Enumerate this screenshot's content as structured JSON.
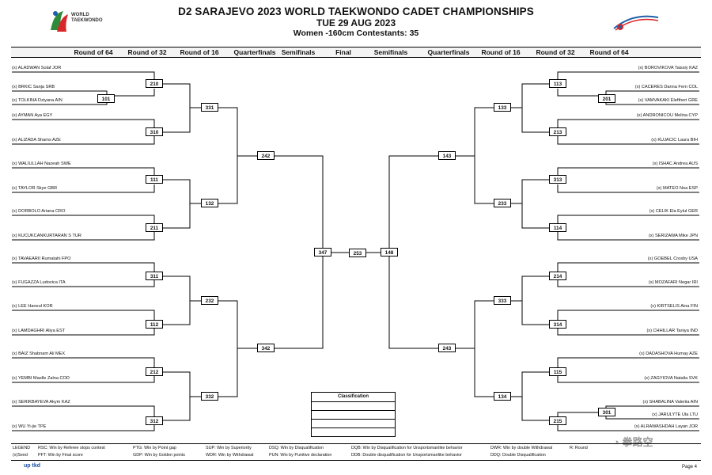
{
  "header": {
    "title": "D2 SARAJEVO 2023 WORLD TAEKWONDO CADET CHAMPIONSHIPS",
    "date": "TUE 29 AUG 2023",
    "category": "Women -160cm  Contestants: 35"
  },
  "logos": {
    "left_text1": "WORLD",
    "left_text2": "TAEKWONDO"
  },
  "rounds": [
    "Round of 64",
    "Round of 32",
    "Round of 16",
    "Quarterfinals",
    "Semifinals",
    "Final",
    "Semifinals",
    "Quarterfinals",
    "Round of 16",
    "Round of 32",
    "Round of 64"
  ],
  "left_players": [
    "(x) ALADWAN Solaf JOR",
    "(x) BRKIC Sanja SRB",
    "(x) TOLKINA Dziyana AIN",
    "(x) AYMAN Aya EGY",
    "(x) ALIZADA Shams AZE",
    "(x) WALIULLAH Nazeah SWE",
    "(x) TAYLOR Skye GBR",
    "(x) DORBOLO Ariana CRO",
    "(x) KUCUKCANKURTARAN S TUR",
    "(x) TAVAEARII Rumatahi FPO",
    "(x) FUGAZZA Ludovica ITA",
    "(x) LEE Haneul KOR",
    "(x) LAMDAGHRI Aliya EST",
    "(x) BAIZ Shabnam Ali MEX",
    "(x) YEMBI Maelle Zalna COD",
    "(x) SERIKBAYEVA Akym KAZ",
    "(x) WU Yi-jie TPE"
  ],
  "right_players": [
    "(x) BOROVIKOVA Taissiy KAZ",
    "(x) CACERES Danna Fern COL",
    "(x) VAMVAKAKI Eleftheri GRE",
    "(x) ANDRONICOU Melina CYP",
    "(x) KUJACIC Laura BIH",
    "(x) ISHAC Andrea AUS",
    "(x) MATEO Noa ESP",
    "(x) CELIK Ela Eylul GER",
    "(x) SERIZAWA Mike JPN",
    "(x) GOEBEL Crosby USA",
    "(x) MOZAFARI Negar IRI",
    "(x) KIRTSELIS Aina FIN",
    "(x) CHHILLAR Taniya IND",
    "(x) DADASHOVA Humay AZE",
    "(x) ZAGYIOVA Natalia SVK",
    "(x) SHABALINA Valeriia AIN",
    "(x) JARULYTE Ula LTU",
    "(x) ALRAWASHDAH Layan JOR"
  ],
  "matches": {
    "m101": "101",
    "m210": "210",
    "m310": "310",
    "m111": "111",
    "m211": "211",
    "m311": "311",
    "m112": "112",
    "m212": "212",
    "m312": "312",
    "m331": "331",
    "m132": "132",
    "m232": "232",
    "m332": "332",
    "m242": "242",
    "m342": "342",
    "m347": "347",
    "m253": "253",
    "m148": "148",
    "m143": "143",
    "m243": "243",
    "m133": "133",
    "m233": "233",
    "m333": "333",
    "m134": "134",
    "m113": "113",
    "m213": "213",
    "m313": "313",
    "m114": "114",
    "m214": "214",
    "m314": "314",
    "m115": "115",
    "m215": "215",
    "m201": "201",
    "m301": "301"
  },
  "classification": {
    "title": "Classification"
  },
  "legend": {
    "l1": "LEGEND",
    "l2": "RSC: Win by Referee stops contest",
    "l3": "PTG: Win by Point gap",
    "l4": "SUP: Win by Superiority",
    "l5": "DSQ: Win by Disqualification",
    "l6": "DQB: Win by Disqualification for Unsportsmanlike behavior",
    "l7": "DWR: Win by double Withdrawal",
    "l8": "R: Round",
    "l9": "(x)Seed",
    "l10": "PFT: Win by Final score",
    "l11": "GDP: Win by Golden points",
    "l12": "WDR: Win by Withdrawal",
    "l13": "PUN: Win by Punitive declaration",
    "l14": "DDB: Double disqualification for Unsportsmanlike behavior",
    "l15": "DDQ: Double Disqualification"
  },
  "footer": {
    "brand": "up tkd",
    "page": "Page 4",
    "watermark": "拳路空"
  }
}
